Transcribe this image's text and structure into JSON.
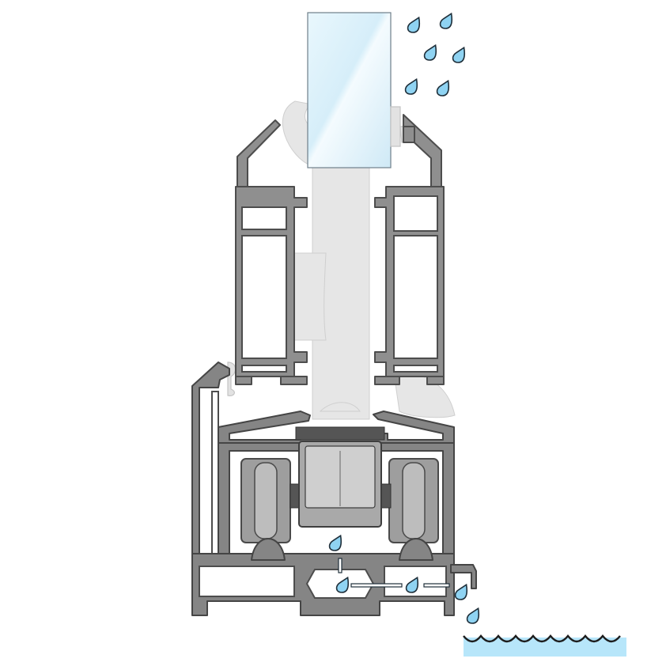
{
  "figure": {
    "kind": "sliding-window-threshold-drainage-cross-section",
    "colors": {
      "profile": "#8f8f8f",
      "profile_outline": "#4d4d4d",
      "glass": "#dff2fb",
      "gasket": "#e2e2e2",
      "water_drop": "#8fd3f2",
      "water_pool": "#b7e6fa",
      "background": "#ffffff"
    },
    "rain_drops_count": 6,
    "drainage_drops_count": 5,
    "rollers_count": 2
  }
}
